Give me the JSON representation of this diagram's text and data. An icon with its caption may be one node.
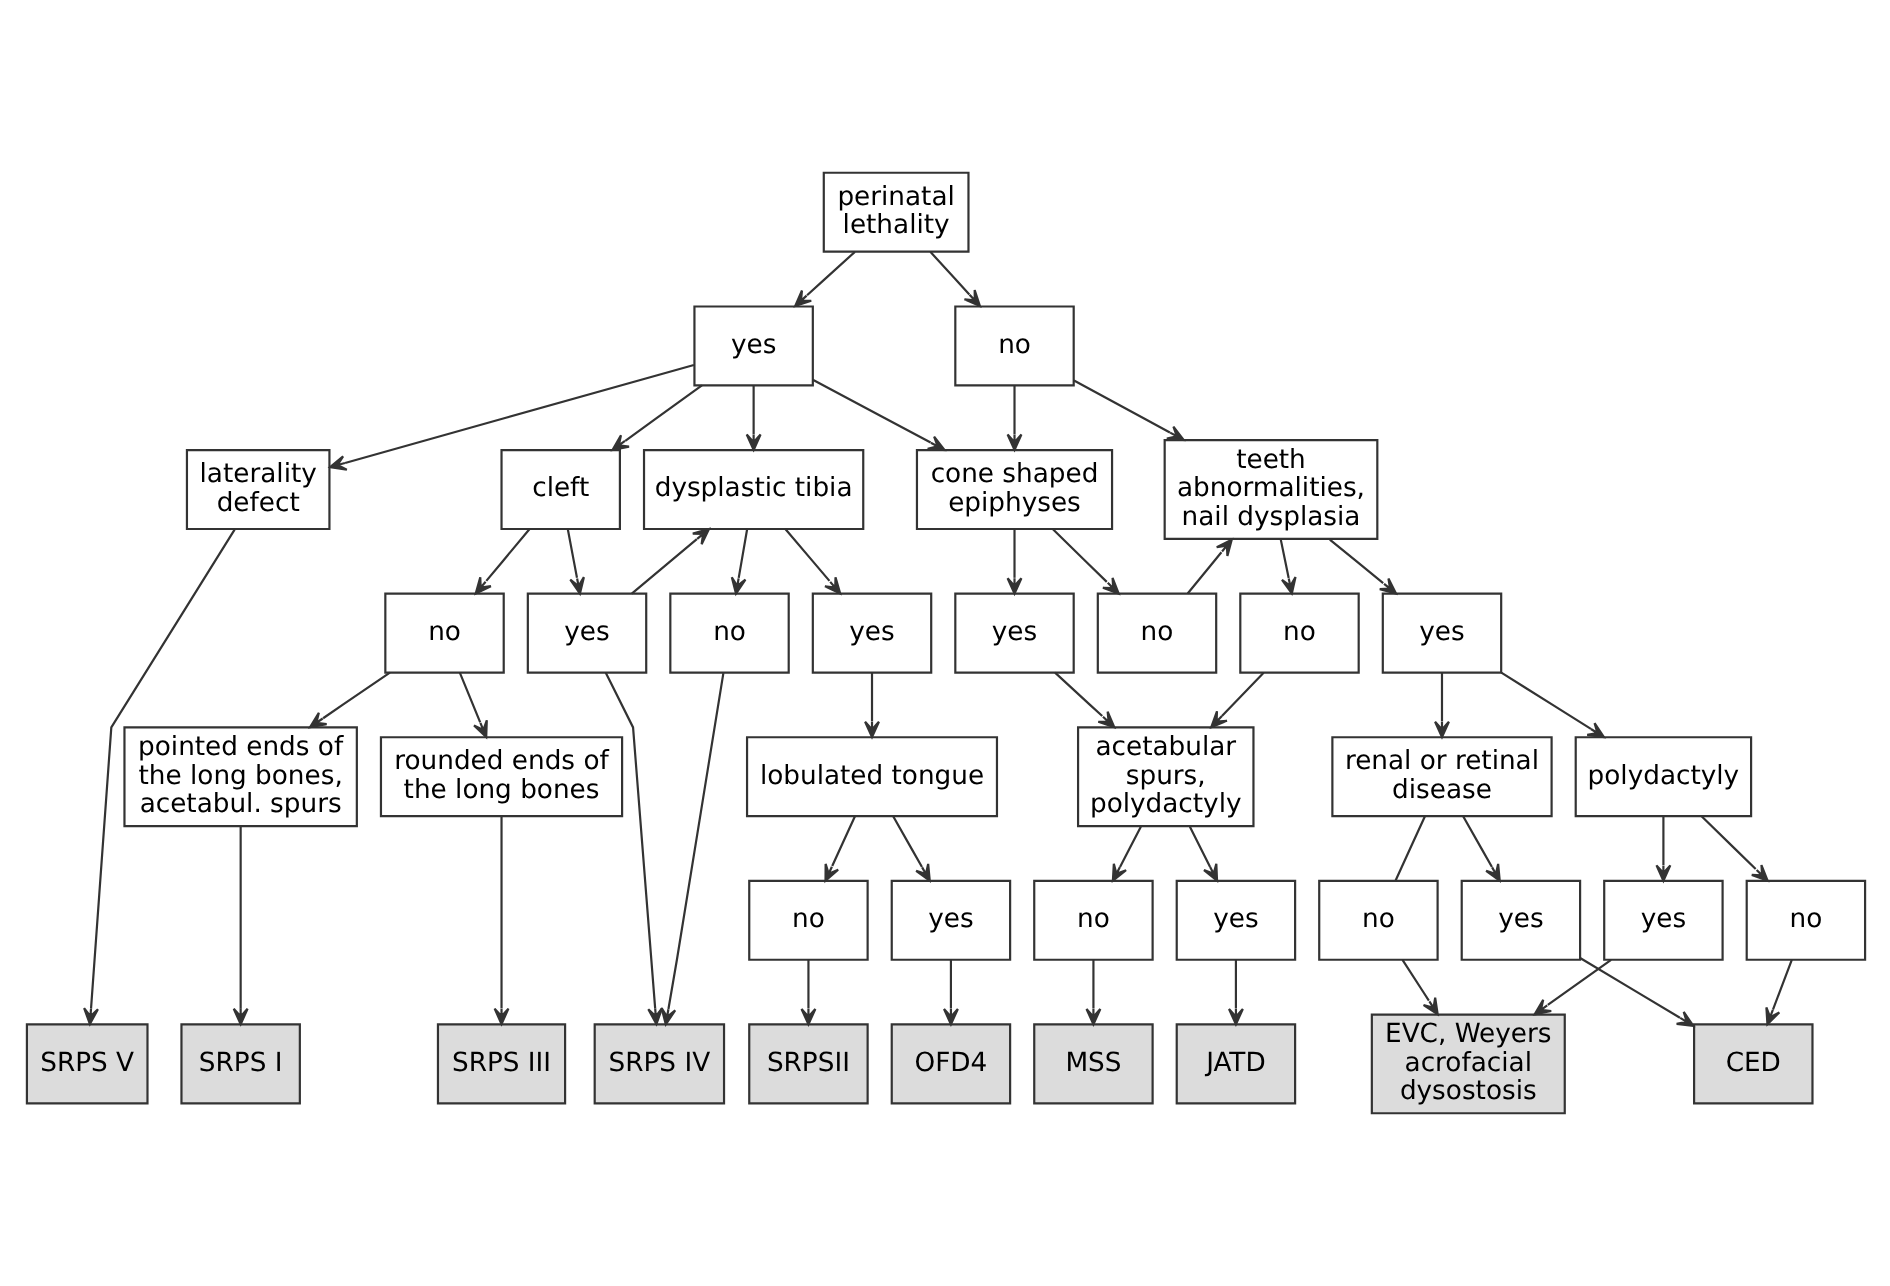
{
  "diagram": {
    "nodes": [
      {
        "text": [
          "perinatal lethality"
        ]
      },
      {
        "text": [
          "yes"
        ]
      },
      {
        "text": [
          "no"
        ]
      },
      {
        "text": [
          "laterality defect"
        ]
      },
      {
        "text": [
          "cleft"
        ]
      },
      {
        "text": [
          "dysplastic tibia"
        ]
      },
      {
        "text": [
          "cone shaped epiphyses"
        ]
      },
      {
        "text": [
          "teeth abnormalities, nail dysplasia"
        ]
      },
      {
        "text": [
          "no"
        ]
      },
      {
        "text": [
          "yes"
        ]
      },
      {
        "text": [
          "no"
        ]
      },
      {
        "text": [
          "yes"
        ]
      },
      {
        "text": [
          "yes"
        ]
      },
      {
        "text": [
          "no"
        ]
      },
      {
        "text": [
          "no"
        ]
      },
      {
        "text": [
          "yes"
        ]
      },
      {
        "text": [
          "rounded ends of the long bones"
        ]
      },
      {
        "text": [
          "pointed ends of the long bones, acetabul. spurs"
        ]
      },
      {
        "text": [
          "lobulated tongue"
        ]
      },
      {
        "text": [
          "acetabular spurs, polydactyly"
        ]
      },
      {
        "text": [
          "renal or retinal disease"
        ]
      },
      {
        "text": [
          "polydactyly"
        ]
      },
      {
        "text": [
          "no"
        ]
      },
      {
        "text": [
          "yes"
        ]
      },
      {
        "text": [
          "yes"
        ]
      },
      {
        "text": [
          "no"
        ]
      },
      {
        "text": [
          "yes"
        ]
      },
      {
        "text": [
          "no"
        ]
      },
      {
        "text": [
          "no"
        ]
      },
      {
        "text": [
          "yes"
        ]
      },
      {
        "text": [
          "SRPS V"
        ]
      },
      {
        "text": [
          "SRPS III"
        ]
      },
      {
        "text": [
          "SRPS I"
        ]
      },
      {
        "text": [
          "SRPS IV"
        ]
      },
      {
        "text": [
          "SRPSII"
        ]
      },
      {
        "text": [
          "OFD4"
        ]
      },
      {
        "text": [
          "JATD"
        ]
      },
      {
        "text": [
          "MSS"
        ]
      },
      {
        "text": [
          "CED"
        ]
      },
      {
        "text": [
          "EVC, Weyers acrofacial dysostosis"
        ]
      }
    ],
    "edges": [
      {
        "from": 0,
        "to": 1,
        "arrow": "to"
      },
      {
        "from": 0,
        "to": 2,
        "arrow": "to"
      },
      {
        "from": 1,
        "to": 3,
        "arrow": "to"
      },
      {
        "from": 1,
        "to": 4,
        "arrow": "to"
      },
      {
        "from": 1,
        "to": 5,
        "arrow": "to"
      },
      {
        "from": 1,
        "to": 6,
        "arrow": "to"
      },
      {
        "from": 2,
        "to": 6,
        "arrow": "to"
      },
      {
        "from": 2,
        "to": 7,
        "arrow": "to"
      },
      {
        "from": 4,
        "to": 8,
        "arrow": "to"
      },
      {
        "from": 4,
        "to": 9,
        "arrow": "to"
      },
      {
        "from": 9,
        "to": 5,
        "arrow": "to"
      },
      {
        "from": 5,
        "to": 10,
        "arrow": "to"
      },
      {
        "from": 5,
        "to": 11,
        "arrow": "to"
      },
      {
        "from": 6,
        "to": 12,
        "arrow": "to"
      },
      {
        "from": 6,
        "to": 13,
        "arrow": "to"
      },
      {
        "from": 13,
        "to": 7,
        "arrow": "to"
      },
      {
        "from": 7,
        "to": 14,
        "arrow": "to"
      },
      {
        "from": 7,
        "to": 15,
        "arrow": "to"
      },
      {
        "from": 8,
        "to": 16,
        "arrow": "to"
      },
      {
        "from": 8,
        "to": 17,
        "arrow": "to"
      },
      {
        "from": 9,
        "to": 33,
        "arrow": "to"
      },
      {
        "from": 10,
        "to": 33,
        "arrow": "to"
      },
      {
        "from": 11,
        "to": 18,
        "arrow": "to"
      },
      {
        "from": 12,
        "to": 19,
        "arrow": "to"
      },
      {
        "from": 14,
        "to": 19,
        "arrow": "to"
      },
      {
        "from": 15,
        "to": 20,
        "arrow": "to"
      },
      {
        "from": 15,
        "to": 21,
        "arrow": "to"
      },
      {
        "from": 18,
        "to": 22,
        "arrow": "to"
      },
      {
        "from": 18,
        "to": 23,
        "arrow": "to"
      },
      {
        "from": 19,
        "to": 24,
        "arrow": "to"
      },
      {
        "from": 19,
        "to": 25,
        "arrow": "to"
      },
      {
        "from": 20,
        "to": 26,
        "arrow": "to"
      },
      {
        "from": 20,
        "to": 27,
        "arrow": "none"
      },
      {
        "from": 21,
        "to": 28,
        "arrow": "to"
      },
      {
        "from": 21,
        "to": 29,
        "arrow": "to"
      },
      {
        "from": 3,
        "to": 30,
        "arrow": "to"
      },
      {
        "from": 16,
        "to": 31,
        "arrow": "to"
      },
      {
        "from": 17,
        "to": 32,
        "arrow": "to"
      },
      {
        "from": 22,
        "to": 34,
        "arrow": "to"
      },
      {
        "from": 23,
        "to": 35,
        "arrow": "to"
      },
      {
        "from": 24,
        "to": 36,
        "arrow": "to"
      },
      {
        "from": 25,
        "to": 37,
        "arrow": "to"
      },
      {
        "from": 26,
        "to": 38,
        "arrow": "to"
      },
      {
        "from": 27,
        "to": 39,
        "arrow": "to"
      },
      {
        "from": 28,
        "to": 38,
        "arrow": "to"
      },
      {
        "from": 29,
        "to": 39,
        "arrow": "to"
      }
    ]
  }
}
